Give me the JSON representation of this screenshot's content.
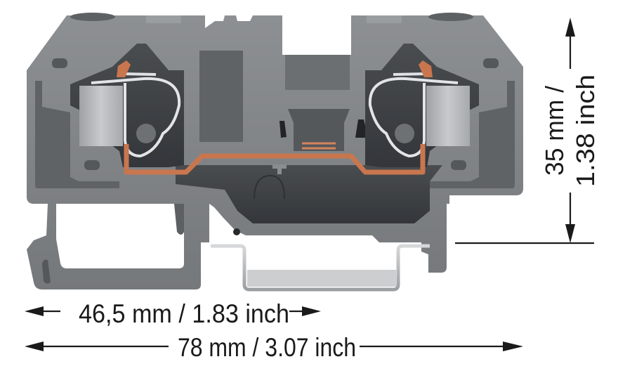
{
  "figure": {
    "subject": "2-conductor rail-mounted terminal block, cross-section view",
    "colors": {
      "housing": "#7b7e81",
      "housing_light": "#8a8d90",
      "housing_dark": "#55585b",
      "cavity": "#3c3f42",
      "copper": "#c9764e",
      "spring_steel": "#d4d6d8",
      "clamp_metal": "#b9bbbd",
      "rail": "#c4c6c8",
      "dimension_ink": "#1a1a1a",
      "background": "#ffffff"
    }
  },
  "dimensions": {
    "width_partial": {
      "label": "46,5 mm / 1.83 inch",
      "value_mm": "46,5",
      "value_inch": "1.83"
    },
    "width_total": {
      "label": "78 mm / 3.07 inch",
      "value_mm": "78",
      "value_inch": "3.07"
    },
    "height": {
      "line1": "35 mm /",
      "line2": "1.38 inch",
      "value_mm": "35",
      "value_inch": "1.38"
    }
  }
}
